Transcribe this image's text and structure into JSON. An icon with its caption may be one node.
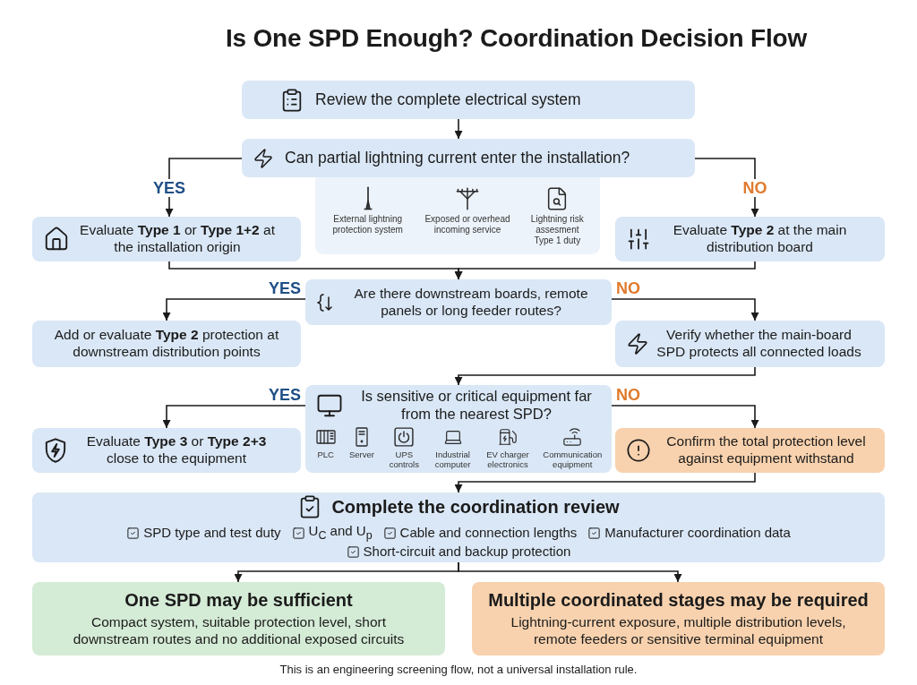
{
  "diagram": {
    "title": "Is One SPD Enough? Coordination Decision Flow",
    "nodes": [
      {
        "text": [
          "Review the complete electrical system"
        ]
      },
      {
        "text": [
          "Can partial lightning current enter the installation?"
        ]
      },
      {
        "text": [
          "External lightning protection system",
          "Exposed or overhead incoming service",
          "Lightning risk assesment Type 1 duty"
        ]
      },
      {
        "text": [
          "Evaluate **Type 1** or **Type 1+2** at the installation origin"
        ]
      },
      {
        "text": [
          "Evaluate **Type 2** at the main distribution board"
        ]
      },
      {
        "text": [
          "Are there downstream boards, remote panels or long feeder routes?"
        ]
      },
      {
        "text": [
          "Add or evaluate **Type 2** protection at downstream distribution points"
        ]
      },
      {
        "text": [
          "Verify whether the main-board SPD protects all connected loads"
        ]
      },
      {
        "text": [
          "Is sensitive or critical equipment far from the nearest SPD?",
          "PLC",
          "Server",
          "UPS controls",
          "Industrial computer",
          "EV charger electronics",
          "Communication equipment"
        ]
      },
      {
        "text": [
          "Evaluate **Type 3** or **Type 2+3** close to the equipment"
        ]
      },
      {
        "text": [
          "Confirm the total protection level against equipment withstand"
        ]
      },
      {
        "text": [
          "Complete the coordination review",
          "SPD type and test duty",
          "U$_{C}$ and U$_{p}$",
          "Cable and connection lengths",
          "Manufacturer coordination data",
          "Short-circuit and backup protection"
        ]
      },
      {
        "text": [
          "One SPD may be sufficient",
          "Compact system, suitable protection level, short downstream routes and no additional exposed circuits"
        ]
      },
      {
        "text": [
          "Multiple coordinated stages may be required",
          "Lightning-current exposure, multiple distribution levels, remote feeders or sensitive terminal equipment"
        ]
      }
    ],
    "edges": [
      {
        "from": 0,
        "to": 1,
        "arrow": "to"
      },
      {
        "from": 1,
        "to": 3,
        "arrow": "to",
        "label": "YES"
      },
      {
        "from": 1,
        "to": 4,
        "arrow": "to",
        "label": "NO"
      },
      {
        "from": 3,
        "to": 5,
        "arrow": "to"
      },
      {
        "from": 4,
        "to": 5,
        "arrow": "to"
      },
      {
        "from": 5,
        "to": 6,
        "arrow": "to",
        "label": "YES"
      },
      {
        "from": 5,
        "to": 7,
        "arrow": "to",
        "label": "NO"
      },
      {
        "from": 7,
        "to": 8,
        "arrow": "to"
      },
      {
        "from": 8,
        "to": 9,
        "arrow": "to",
        "label": "YES"
      },
      {
        "from": 8,
        "to": 10,
        "arrow": "to",
        "label": "NO"
      },
      {
        "from": 10,
        "to": 11,
        "arrow": "to"
      },
      {
        "from": 11,
        "to": 12,
        "arrow": "to"
      },
      {
        "from": 11,
        "to": 13,
        "arrow": "to"
      }
    ],
    "caption": "This is an engineering screening flow, not a universal installation rule."
  }
}
